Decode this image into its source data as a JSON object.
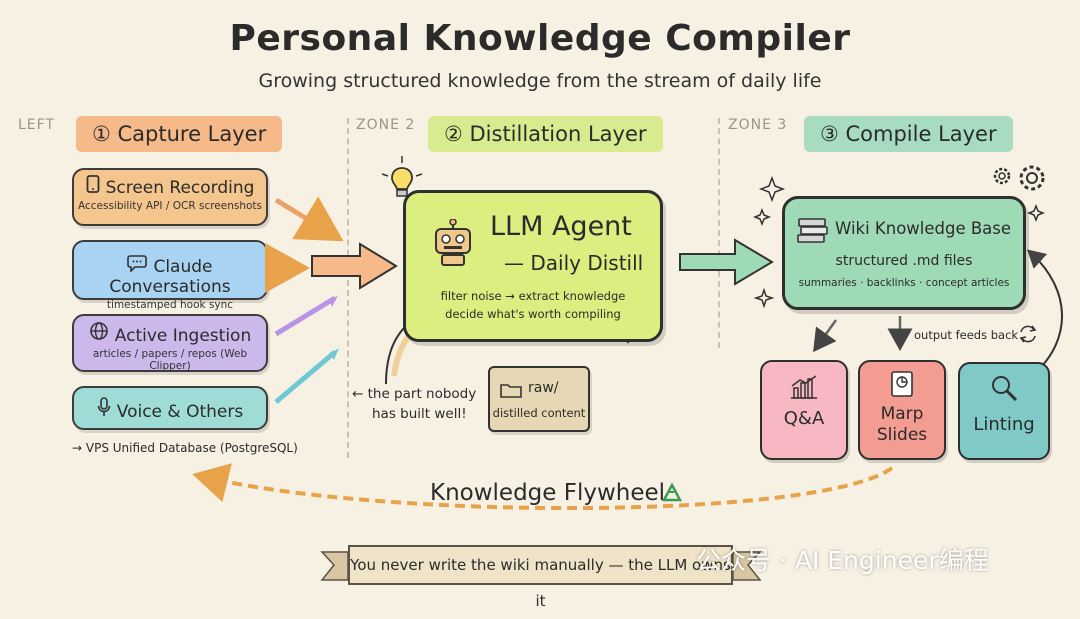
{
  "header": {
    "title": "Personal Knowledge Compiler",
    "subtitle": "Growing structured knowledge from the stream of daily life"
  },
  "zones": {
    "left": {
      "label": "LEFT",
      "title": "① Capture Layer"
    },
    "zone2": {
      "label": "ZONE 2",
      "title": "② Distillation Layer"
    },
    "zone3": {
      "label": "ZONE 3",
      "title": "③ Compile Layer"
    }
  },
  "sources": [
    {
      "title": "Screen Recording",
      "subtitle": "Accessibility API / OCR screenshots",
      "icon": "phone-icon",
      "color": "#f5c58e"
    },
    {
      "title": "Claude Conversations",
      "subtitle": "timestamped hook sync",
      "icon": "chat-bubble-icon",
      "color": "#a9d3f2"
    },
    {
      "title": "Active Ingestion",
      "subtitle": "articles / papers / repos (Web Clipper)",
      "icon": "globe-icon",
      "color": "#cdb8ec"
    },
    {
      "title": "Voice & Others",
      "subtitle": "",
      "icon": "microphone-icon",
      "color": "#9fdcd6"
    }
  ],
  "database_note": "→ VPS Unified Database (PostgreSQL)",
  "agent": {
    "title": "LLM Agent",
    "subtitle": "— Daily Distill",
    "line1": "filter noise → extract knowledge",
    "line2": "decide what's worth compiling",
    "color": "#dcee7f"
  },
  "agent_note": {
    "line1": "← the part nobody",
    "line2": "has built well!"
  },
  "raw_box": {
    "line1": "raw/",
    "line2": "distilled content"
  },
  "wiki": {
    "title": "Wiki Knowledge Base",
    "line1": "structured .md files",
    "line2": "summaries · backlinks · concept articles",
    "color": "#9fdab7"
  },
  "feedback_note": "output feeds back",
  "outputs": [
    {
      "label": "Q&A",
      "icon": "chart-icon",
      "color": "#f7b8c4"
    },
    {
      "label": "Marp Slides",
      "icon": "slides-icon",
      "color": "#f29c92"
    },
    {
      "label": "Linting",
      "icon": "magnifier-icon",
      "color": "#7fc9c7"
    }
  ],
  "flywheel": {
    "label": "Knowledge Flywheel"
  },
  "banner": "You never write the wiki manually — the LLM owns it",
  "watermark": "公众号 · AI Engineer编程"
}
